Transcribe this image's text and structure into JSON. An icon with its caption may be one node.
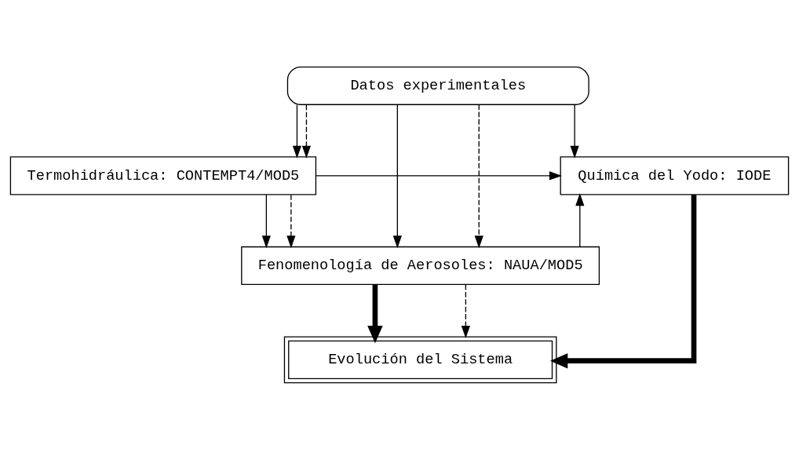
{
  "diagram": {
    "nodes": [
      {
        "text": [
          "Datos experimentales"
        ]
      },
      {
        "text": [
          "Termohidráulica: CONTEMPT4/MOD5"
        ]
      },
      {
        "text": [
          "Química del Yodo: IODE"
        ]
      },
      {
        "text": [
          "Fenomenología de Aerosoles: NAUA/MOD5"
        ]
      },
      {
        "text": [
          "Evolución del Sistema"
        ]
      }
    ],
    "edges": [
      {
        "from": 0,
        "to": 1,
        "arrow": "to"
      },
      {
        "from": 0,
        "to": 1,
        "arrow": "to",
        "style": "dashed"
      },
      {
        "from": 0,
        "to": 3,
        "arrow": "to"
      },
      {
        "from": 0,
        "to": 3,
        "arrow": "to",
        "style": "dashed"
      },
      {
        "from": 0,
        "to": 2,
        "arrow": "to"
      },
      {
        "from": 1,
        "to": 2,
        "arrow": "to"
      },
      {
        "from": 1,
        "to": 3,
        "arrow": "to"
      },
      {
        "from": 1,
        "to": 3,
        "arrow": "to",
        "style": "dashed"
      },
      {
        "from": 3,
        "to": 2,
        "arrow": "to"
      },
      {
        "from": 3,
        "to": 4,
        "arrow": "to",
        "style": "thick"
      },
      {
        "from": 3,
        "to": 4,
        "arrow": "to",
        "style": "dashed"
      },
      {
        "from": 2,
        "to": 4,
        "arrow": "to",
        "style": "thick"
      }
    ]
  }
}
